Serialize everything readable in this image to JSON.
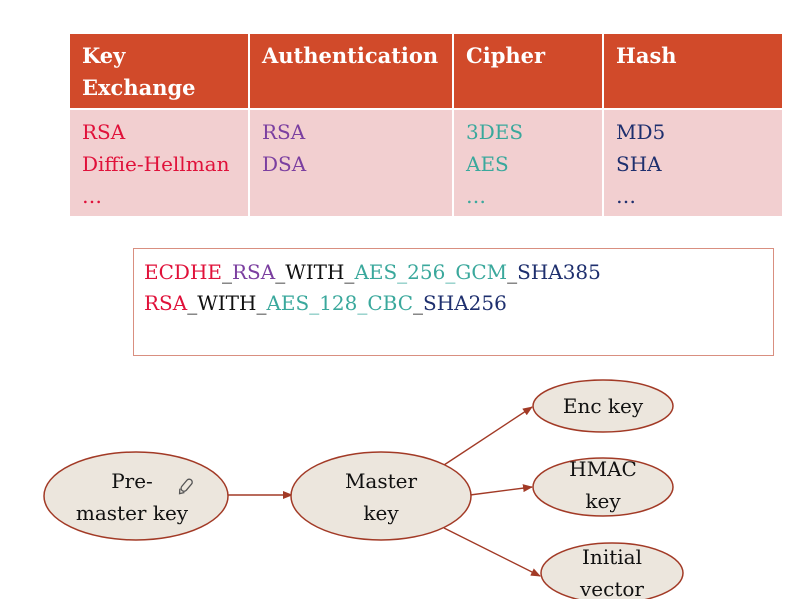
{
  "table": {
    "headers": {
      "key_exchange_line1": "Key",
      "key_exchange_line2": "Exchange",
      "authentication": "Authentication",
      "cipher": "Cipher",
      "hash": "Hash"
    },
    "key_exchange": [
      "RSA",
      "Diffie-Hellman",
      "…"
    ],
    "authentication": [
      "RSA",
      "DSA"
    ],
    "cipher": [
      "3DES",
      "AES",
      "…"
    ],
    "hash": [
      "MD5",
      "SHA",
      "…"
    ]
  },
  "suites": {
    "line1": {
      "kx": "ECDHE",
      "sep1": "_",
      "auth": "RSA",
      "with": "_WITH_",
      "cipher": "AES_256_GCM",
      "sep2": "_",
      "hash": "SHA385"
    },
    "line2": {
      "kx": "RSA",
      "with": "_WITH_",
      "cipher": "AES_128_CBC",
      "sep2": "_",
      "hash": "SHA256"
    }
  },
  "colors": {
    "header_bg": "#d14a2a",
    "cell_bg": "#f2cfd0",
    "key_exchange": "#e0113a",
    "authentication": "#7b3fa0",
    "cipher": "#3aa89c",
    "hash": "#1e2f6e",
    "node_fill": "#ece6dd",
    "node_stroke": "#a23a26"
  },
  "diagram": {
    "premaster": [
      "Pre-",
      "master key"
    ],
    "master": [
      "Master",
      "key"
    ],
    "enc": [
      "Enc key"
    ],
    "hmac": [
      "HMAC",
      "key"
    ],
    "iv": [
      "Initial",
      "vector"
    ],
    "edit_icon": "pencil-icon"
  }
}
